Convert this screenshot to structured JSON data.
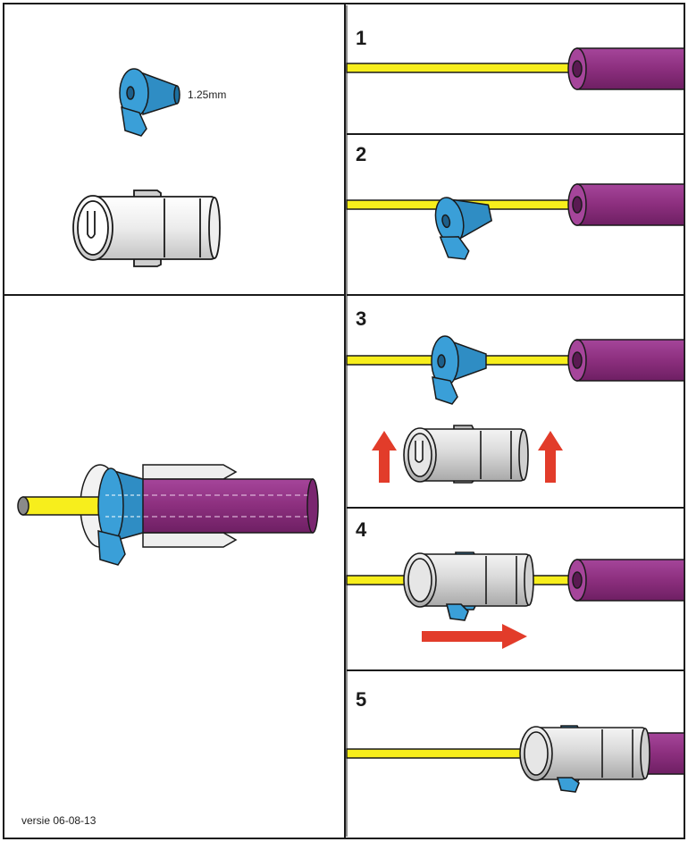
{
  "parts_panel": {
    "ferrule_size_label": "1.25mm"
  },
  "assembly_panel": {
    "version_label": "versie 06-08-13"
  },
  "steps": [
    {
      "number": "1"
    },
    {
      "number": "2"
    },
    {
      "number": "3"
    },
    {
      "number": "4"
    },
    {
      "number": "5"
    }
  ],
  "colors": {
    "fiber": "#f7ee1c",
    "jacket": "#8c2f7e",
    "ferrule": "#3a9fd8",
    "sleeve": "#d6d6d6",
    "arrow": "#e23c2a",
    "border": "#1a1a1a"
  },
  "icons": [
    "blue-ferrule-icon",
    "connector-sleeve-icon",
    "red-arrow-icon",
    "fiber-cable-icon"
  ]
}
